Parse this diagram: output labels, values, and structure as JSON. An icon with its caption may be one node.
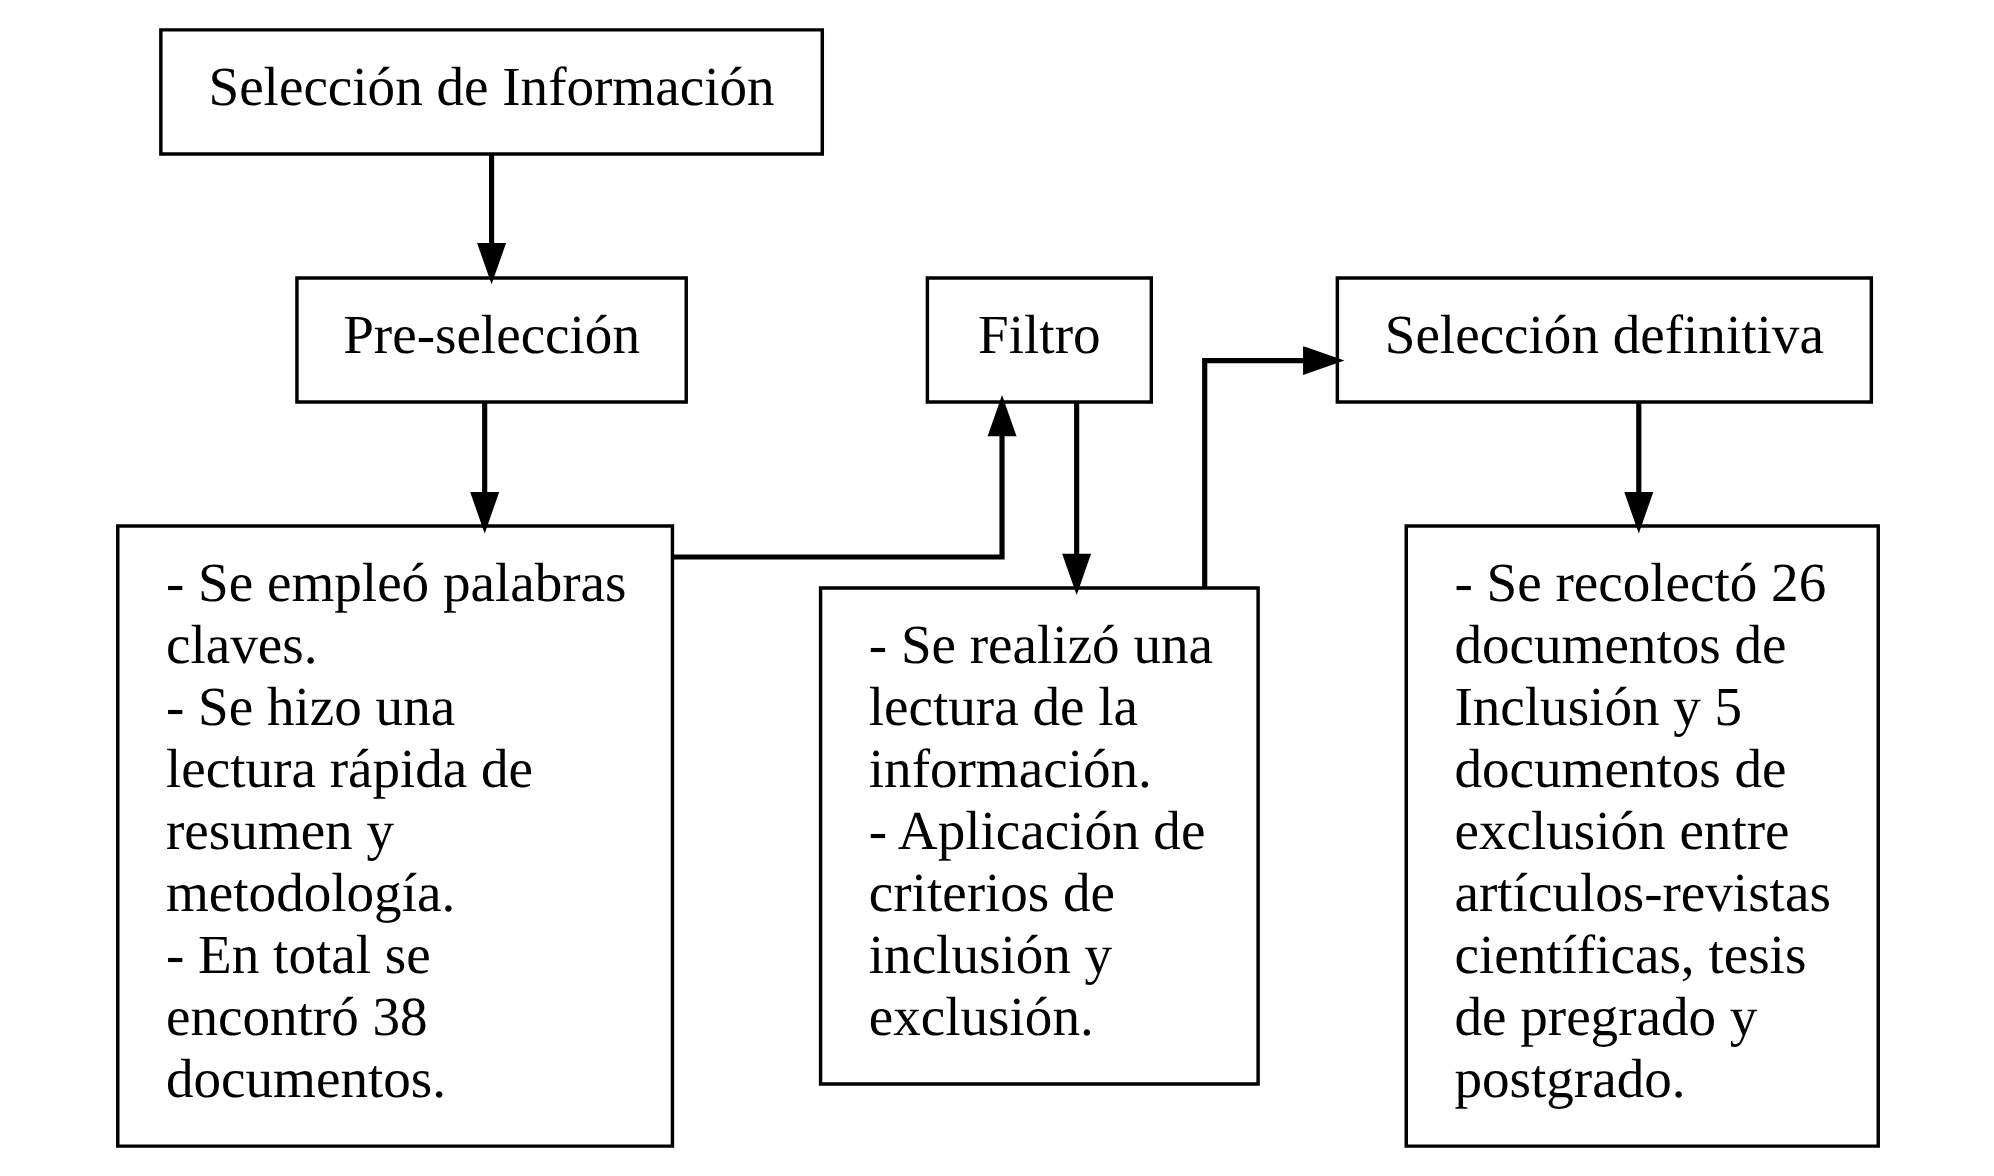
{
  "diagram": {
    "nodes": [
      {
        "text": [
          "Selección de Información"
        ]
      },
      {
        "text": [
          "Pre-selección"
        ]
      },
      {
        "text": [
          "Filtro"
        ]
      },
      {
        "text": [
          "Selección definitiva"
        ]
      },
      {
        "text": [
          "- Se empleó palabras claves.",
          "- Se hizo una lectura rápida de resumen y metodología.",
          "- En total se encontró 38 documentos."
        ]
      },
      {
        "text": [
          "- Se realizó una lectura de la información.",
          "- Aplicación de criterios de inclusión y exclusión."
        ]
      },
      {
        "text": [
          "- Se recolectó 26 documentos de Inclusión y 5 documentos de exclusión entre artículos-revistas científicas, tesis de pregrado y postgrado."
        ]
      }
    ],
    "edges": [
      {
        "from": 0,
        "to": 1,
        "arrow": "to"
      },
      {
        "from": 1,
        "to": 4,
        "arrow": "to"
      },
      {
        "from": 4,
        "to": 2,
        "arrow": "to"
      },
      {
        "from": 2,
        "to": 5,
        "arrow": "to"
      },
      {
        "from": 5,
        "to": 3,
        "arrow": "to"
      },
      {
        "from": 3,
        "to": 6,
        "arrow": "to"
      }
    ]
  }
}
